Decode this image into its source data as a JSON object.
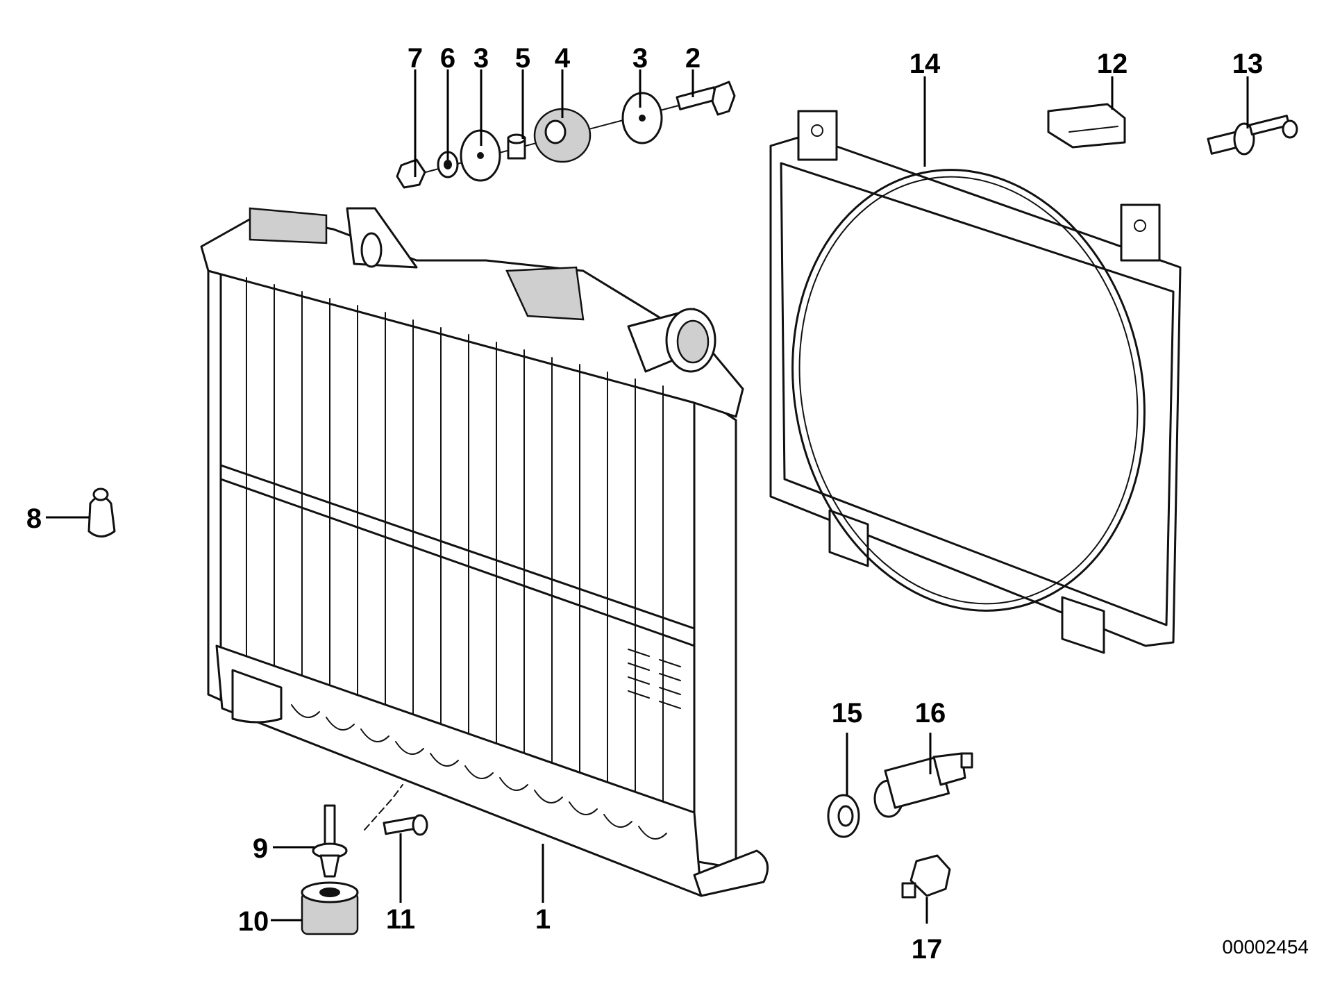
{
  "callouts": {
    "c1": "1",
    "c2": "2",
    "c3a": "3",
    "c3b": "3",
    "c4": "4",
    "c5": "5",
    "c6": "6",
    "c7": "7",
    "c8": "8",
    "c9": "9",
    "c10": "10",
    "c11": "11",
    "c12": "12",
    "c13": "13",
    "c14": "14",
    "c15": "15",
    "c16": "16",
    "c17": "17"
  },
  "diagram_number": "00002454"
}
